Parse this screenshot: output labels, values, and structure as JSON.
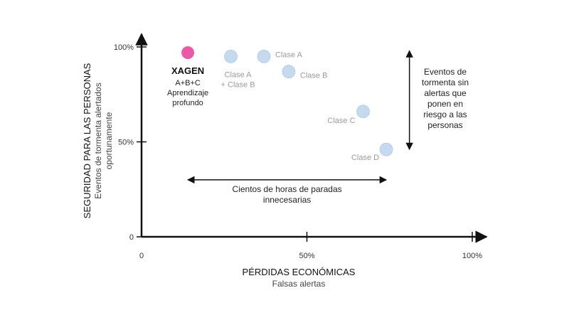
{
  "colors": {
    "axis": "#111111",
    "point": "#c5d9ef",
    "point_stroke": "#b0c9e6",
    "highlight": "#ea5aa8",
    "label": "#9a9a9a"
  },
  "chart_data": {
    "type": "scatter",
    "xlim": [
      0,
      100
    ],
    "ylim": [
      0,
      100
    ],
    "xticks": [
      {
        "value": 0,
        "label": "0"
      },
      {
        "value": 50,
        "label": "50%"
      },
      {
        "value": 100,
        "label": "100%"
      }
    ],
    "yticks": [
      {
        "value": 0,
        "label": "0"
      },
      {
        "value": 50,
        "label": "50%"
      },
      {
        "value": 100,
        "label": "100%"
      }
    ],
    "xlabel": [
      "PÉRDIDAS ECONÓMICAS",
      "Falsas alertas"
    ],
    "ylabel": [
      "SEGURIDAD PARA LAS PERSONAS",
      "Eventos de tormenta alertados",
      "oportunamente"
    ],
    "grid": false,
    "points": [
      {
        "name": "XAGEN",
        "sublabel": [
          "A+B+C",
          "Aprendizaje",
          "profundo"
        ],
        "x": 14,
        "y": 97,
        "highlight": true
      },
      {
        "name": "Clase A + Clase B",
        "label_lines": [
          "Clase A",
          "+ Clase B"
        ],
        "x": 27,
        "y": 95
      },
      {
        "name": "Clase A",
        "label_lines": [
          "Clase A"
        ],
        "x": 37,
        "y": 95
      },
      {
        "name": "Clase B",
        "label_lines": [
          "Clase B"
        ],
        "x": 44.5,
        "y": 87
      },
      {
        "name": "Clase C",
        "label_lines": [
          "Clase C"
        ],
        "x": 67,
        "y": 66
      },
      {
        "name": "Clase D",
        "label_lines": [
          "Clase D"
        ],
        "x": 74,
        "y": 46
      }
    ],
    "annotations": [
      {
        "name": "h-range",
        "text": [
          "Cientos de horas de paradas",
          "innecesarias"
        ],
        "from_x": 14,
        "to_x": 74,
        "y": 30
      },
      {
        "name": "v-range",
        "text": [
          "Eventos de",
          "tormenta sin",
          "alertas que",
          "ponen en",
          "riesgo a las",
          "personas"
        ],
        "x": 81,
        "from_y": 98,
        "to_y": 46
      }
    ]
  }
}
